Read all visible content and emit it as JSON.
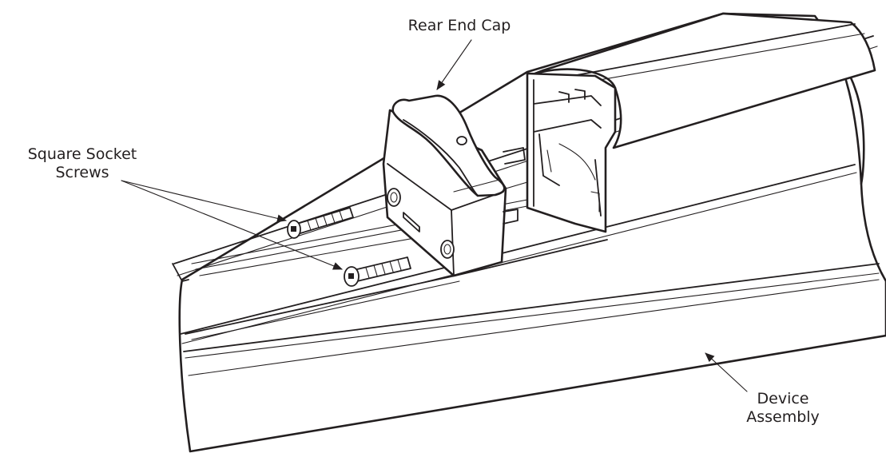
{
  "callouts": {
    "top_partial": "",
    "rear_end_cap": "Rear End Cap",
    "square_socket_screws": [
      "Square Socket",
      "Screws"
    ],
    "device_assembly": [
      "Device",
      "Assembly"
    ]
  },
  "colors": {
    "ink": "#231f20",
    "background": "#ffffff"
  }
}
